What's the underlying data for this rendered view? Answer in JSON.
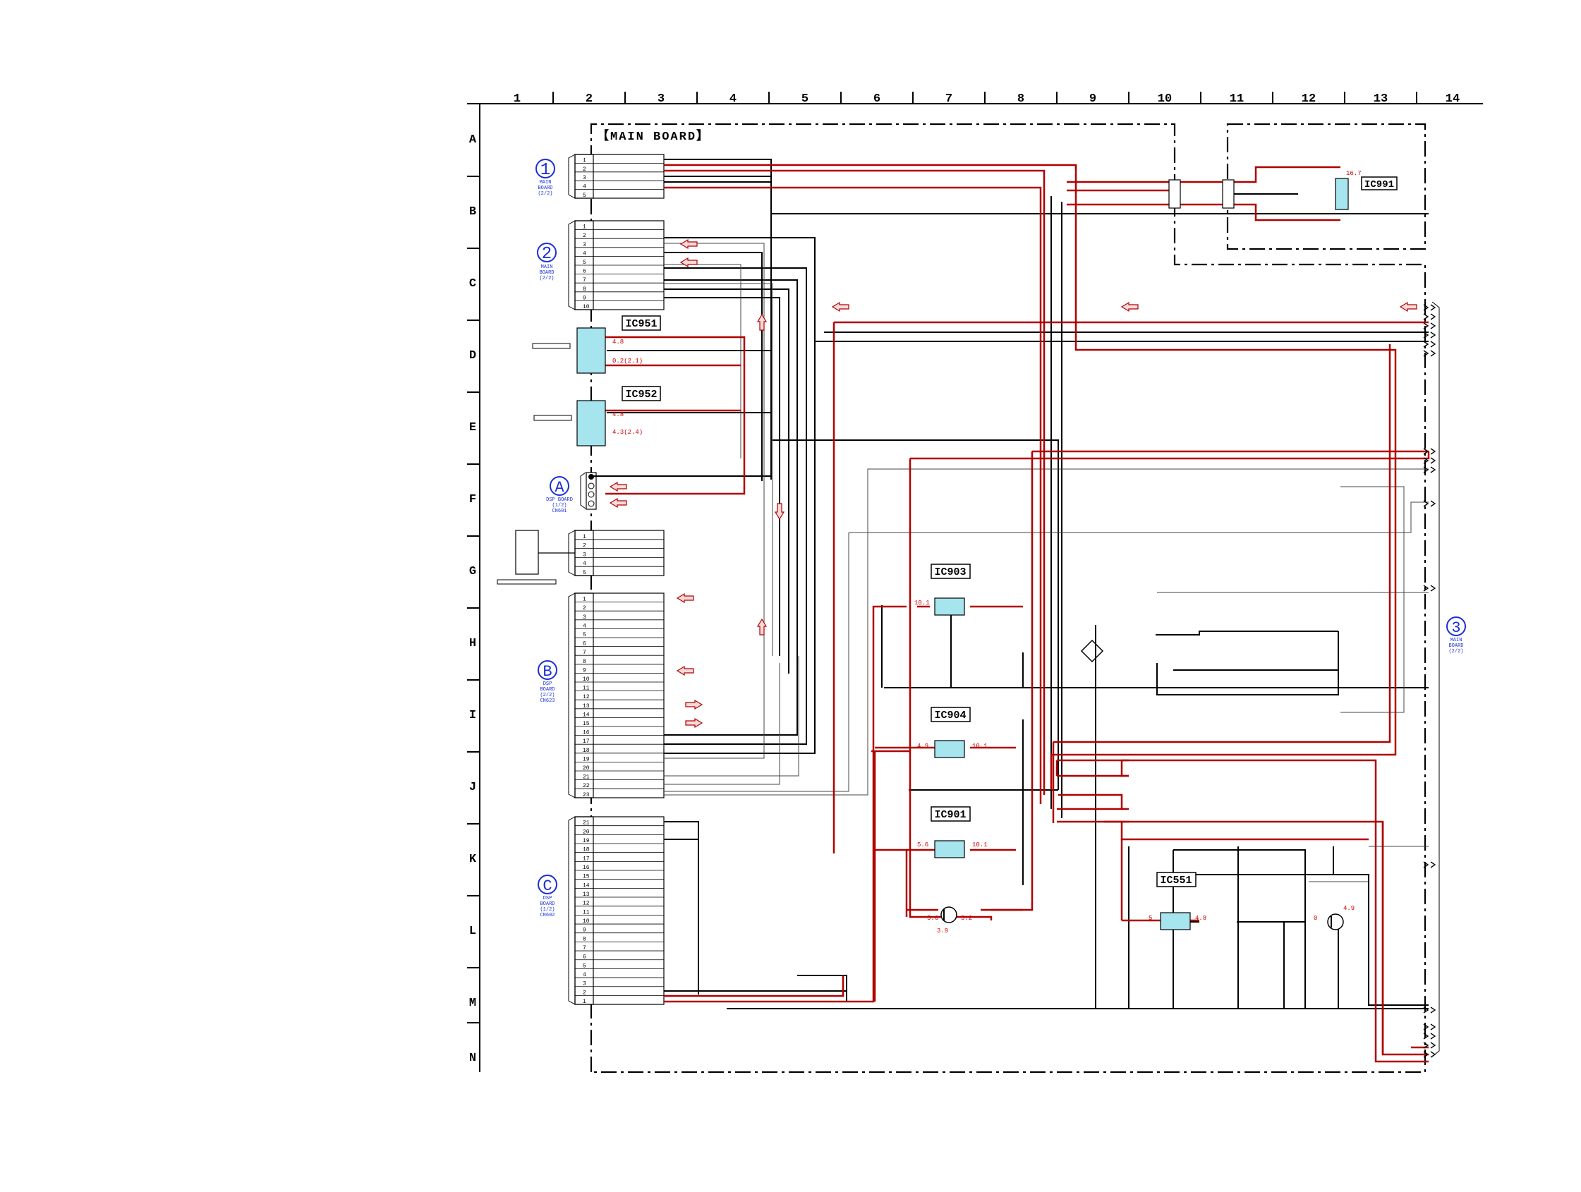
{
  "board_title": "【MAIN BOARD】",
  "grid": {
    "columns": [
      "1",
      "2",
      "3",
      "4",
      "5",
      "6",
      "7",
      "8",
      "9",
      "10",
      "11",
      "12",
      "13",
      "14"
    ],
    "rows": [
      "A",
      "B",
      "C",
      "D",
      "E",
      "F",
      "G",
      "H",
      "I",
      "J",
      "K",
      "L",
      "M",
      "N"
    ]
  },
  "connectors": {
    "c1": {
      "marker": "1",
      "lines": [
        "MAIN",
        "BOARD",
        "(2/2)"
      ],
      "pins": [
        "1",
        "2",
        "3",
        "4",
        "5"
      ]
    },
    "c2": {
      "marker": "2",
      "lines": [
        "MAIN",
        "BOARD",
        "(2/2)"
      ],
      "pins": [
        "1",
        "2",
        "3",
        "4",
        "5",
        "6",
        "7",
        "8",
        "9",
        "10"
      ]
    },
    "cA": {
      "marker": "A",
      "lines": [
        "DSP BOARD",
        "(1/2)",
        "CN601"
      ]
    },
    "cG": {
      "pins": [
        "1",
        "2",
        "3",
        "4",
        "5"
      ]
    },
    "cB": {
      "marker": "B",
      "lines": [
        "DSP",
        "BOARD",
        "(2/2)",
        "CN623"
      ],
      "pins": [
        "1",
        "2",
        "3",
        "4",
        "5",
        "6",
        "7",
        "8",
        "9",
        "10",
        "11",
        "12",
        "13",
        "14",
        "15",
        "16",
        "17",
        "18",
        "19",
        "20",
        "21",
        "22",
        "23"
      ]
    },
    "cC": {
      "marker": "C",
      "lines": [
        "DSP",
        "BOARD",
        "(1/2)",
        "CN602"
      ],
      "pins": [
        "21",
        "20",
        "19",
        "18",
        "17",
        "16",
        "15",
        "14",
        "13",
        "12",
        "11",
        "10",
        "9",
        "8",
        "7",
        "6",
        "5",
        "4",
        "3",
        "2",
        "1"
      ]
    },
    "c3": {
      "marker": "3",
      "lines": [
        "MAIN",
        "BOARD",
        "(2/2)"
      ]
    }
  },
  "ics": {
    "ic951": {
      "label": "IC951",
      "v1": "4.8",
      "v2": "0.2(2.1)"
    },
    "ic952": {
      "label": "IC952",
      "v1": "4.8",
      "v2": "4.3(2.4)"
    },
    "ic991": {
      "label": "IC991",
      "v1": "16.7"
    },
    "ic903": {
      "label": "IC903",
      "v_in": "10.1"
    },
    "ic904": {
      "label": "IC904",
      "v_in": "4.9",
      "v_out": "10.1"
    },
    "ic901": {
      "label": "IC901",
      "v_in": "5.6",
      "v_out": "10.1"
    },
    "q_l7": {
      "v_l": "5.6",
      "v_r": "5.2",
      "v_b": "3.9"
    },
    "ic551": {
      "label": "IC551",
      "v_in": "5",
      "v_out": "4.8"
    },
    "q_l13": {
      "v_l": "0",
      "v_r": "4.9"
    }
  },
  "colors": {
    "trace": "#000000",
    "power_trace": "#b00000",
    "ic_fill": "#a6e4ee",
    "marker": "#1a2fd6",
    "voltage": "#d00000"
  }
}
